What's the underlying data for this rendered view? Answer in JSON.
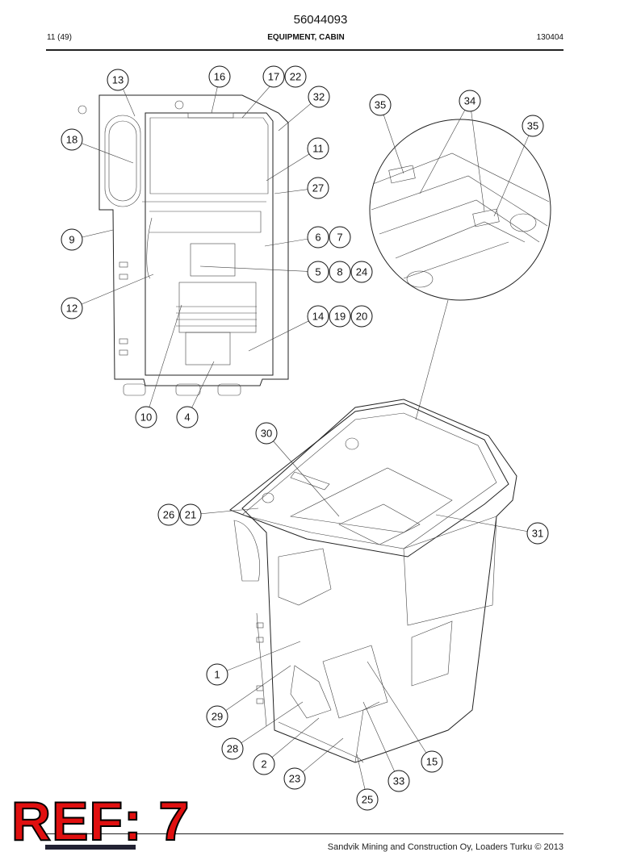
{
  "header": {
    "doc_number": "56044093",
    "page_count": "11 (49)",
    "section_title": "EQUIPMENT, CABIN",
    "doc_code": "130404"
  },
  "footer": {
    "company": "Sandvik Mining and Construction Oy, Loaders Turku © 2013"
  },
  "stamp": {
    "ref_label": "REF: 7"
  },
  "callouts": {
    "c1": "1",
    "c2": "2",
    "c4": "4",
    "c5": "5",
    "c6": "6",
    "c7": "7",
    "c8": "8",
    "c9": "9",
    "c10": "10",
    "c11": "11",
    "c12": "12",
    "c13": "13",
    "c14": "14",
    "c15": "15",
    "c16": "16",
    "c17": "17",
    "c18": "18",
    "c19": "19",
    "c20": "20",
    "c21": "21",
    "c22": "22",
    "c23": "23",
    "c24": "24",
    "c25": "25",
    "c26": "26",
    "c27": "27",
    "c28": "28",
    "c29": "29",
    "c30": "30",
    "c31": "31",
    "c32": "32",
    "c33": "33",
    "c34": "34",
    "c35a": "35",
    "c35b": "35"
  }
}
